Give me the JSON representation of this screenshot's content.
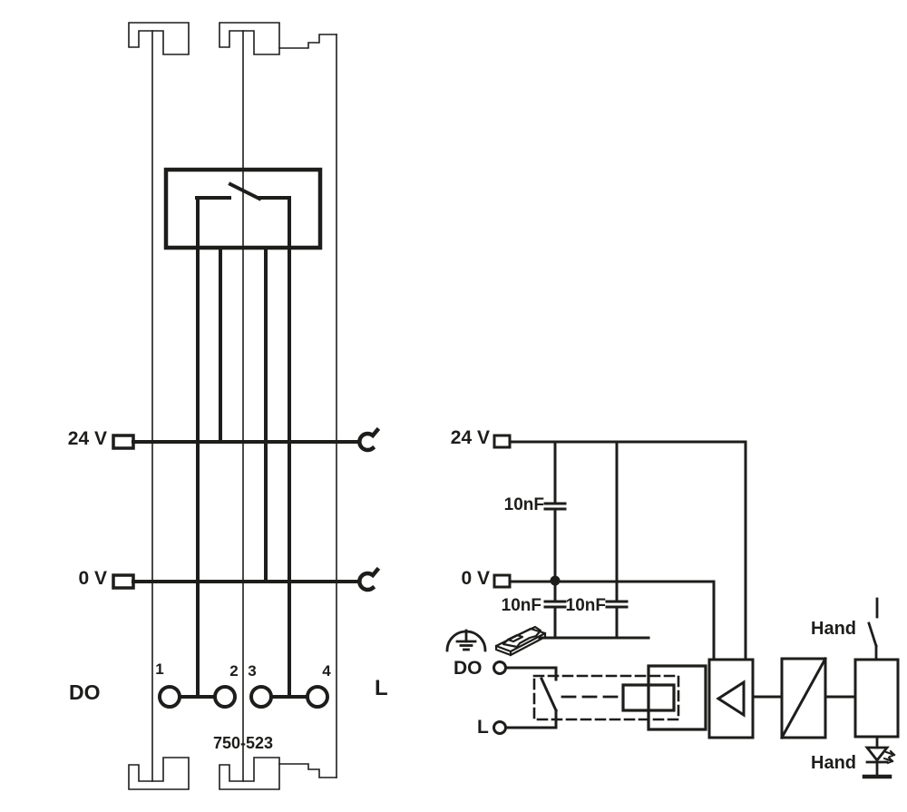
{
  "diagram": {
    "left_module": {
      "part_number": "750-523",
      "label_24v": "24 V",
      "label_0v": "0 V",
      "label_do": "DO",
      "label_l": "L",
      "terminal_numbers": [
        "1",
        "2",
        "3",
        "4"
      ]
    },
    "right_circuit": {
      "label_24v": "24 V",
      "label_0v": "0 V",
      "cap1": "10nF",
      "cap2": "10nF",
      "cap3": "10nF",
      "label_do": "DO",
      "label_l": "L",
      "hand_top": "Hand",
      "hand_bottom": "Hand"
    },
    "colors": {
      "line": "#1d1d1b",
      "background": "#ffffff"
    }
  }
}
